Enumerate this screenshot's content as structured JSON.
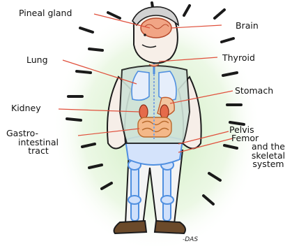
{
  "labels": {
    "pineal_gland": "Pineal gland",
    "brain": "Brain",
    "lung": "Lung",
    "thyroid": "Thyroid",
    "stomach": "Stomach",
    "kidney": "Kidney",
    "gastro_line1": "Gastro-",
    "gastro_line2": "intestinal",
    "gastro_line3": "tract",
    "pelvis": "Pelvis",
    "femor": "Femor",
    "skeletal_line1": "and the",
    "skeletal_line2": "skeletal",
    "skeletal_line3": "system"
  },
  "signature": "-DAS",
  "colors": {
    "glow": "#bfe6b0",
    "leader": "#e0503c",
    "shirt": "#c9ddd2",
    "outline": "#1c1c1c"
  }
}
